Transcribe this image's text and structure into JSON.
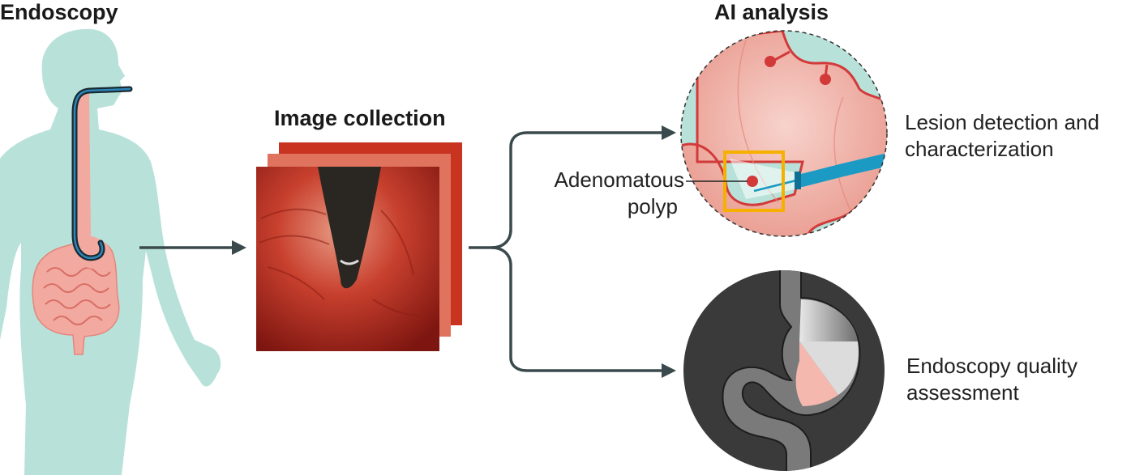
{
  "headings": {
    "endoscopy": "Endoscopy",
    "image_collection": "Image collection",
    "ai_analysis": "AI analysis"
  },
  "labels": {
    "lesion_line1": "Lesion detection and",
    "lesion_line2": "characterization",
    "polyp_line1": "Adenomatous",
    "polyp_line2": "polyp",
    "quality_line1": "Endoscopy quality",
    "quality_line2": "assessment"
  },
  "colors": {
    "body": "#b8e2d9",
    "gut": "#f2a9a0",
    "scope": "#1f6f9a",
    "arrow": "#3a4a4c",
    "tissue": "#f0b6ad",
    "lesion_line": "#d23a3a",
    "instrument": "#1b9ac4",
    "box": "#f5b000",
    "stomach_bg": "#3a3a3a"
  }
}
